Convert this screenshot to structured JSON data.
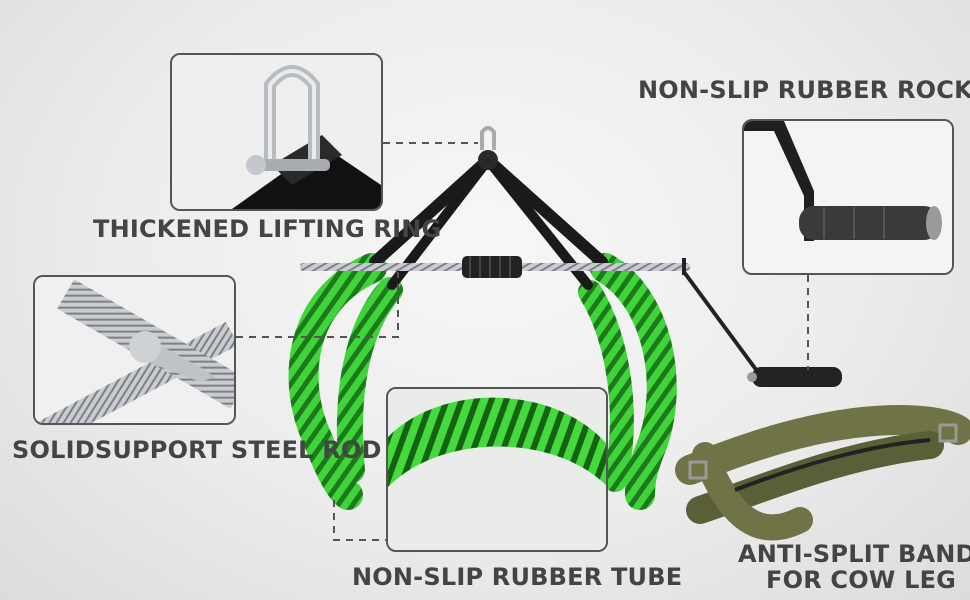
{
  "labels": {
    "lifting_ring": "THICKENED LIFTING RING",
    "rocker": "NON-SLIP RUBBER ROCKER",
    "steel_rod": "SOLIDSUPPORT STEEL ROD",
    "rubber_tube": "NON-SLIP RUBBER TUBE",
    "band_line1": "ANTI-SPLIT BAND",
    "band_line2": "FOR COW LEG"
  },
  "colors": {
    "tube_green": "#3fd43a",
    "tube_stripe": "#1c7a1a",
    "frame_black": "#1a1a1a",
    "steel": "#b9bcc0",
    "band_olive": "#6f7346",
    "label_gray": "#444444"
  }
}
